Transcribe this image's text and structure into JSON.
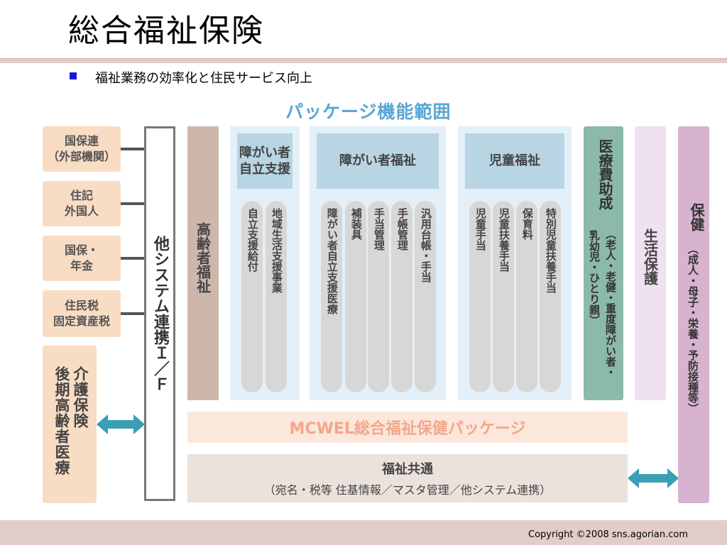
{
  "slide": {
    "title": "総合福祉保険",
    "bullet": "福祉業務の効率化と住民サービス向上",
    "copyright": "Copyright ©2008 sns.agorian.com"
  },
  "diagram": {
    "title": "パッケージ機能範囲",
    "external_systems": [
      {
        "label": "国保連\n（外部機関）"
      },
      {
        "label": "住記\n外国人"
      },
      {
        "label": "国保・\n年金"
      },
      {
        "label": "住民税\n固定資産税"
      }
    ],
    "kaigo": {
      "line1": "介護保険",
      "line2": "後期高齢者医療"
    },
    "interface_label": "他システム連携Ｉ／Ｆ",
    "koureisha_label": "高齢者福祉",
    "shougai_jiritsu": {
      "header": "障がい者\n自立支援",
      "items": [
        "自立支援給付",
        "地域生活支援事業"
      ]
    },
    "shougai_fukushi": {
      "header": "障がい者福祉",
      "items": [
        "障がい者自立支援医療",
        "補装具",
        "手当管理",
        "手帳管理",
        "汎用台帳・手当"
      ]
    },
    "jidou_fukushi": {
      "header": "児童福祉",
      "items": [
        "児童手当",
        "児童扶養手当",
        "保育料",
        "特別児童扶養手当"
      ]
    },
    "iryouhi": {
      "main": "医療費助成",
      "sub_line1": "（老人・老健・重度障がい者・",
      "sub_line2": "乳幼児・ひとり親）"
    },
    "seikatsu_label": "生活保護",
    "hoken": {
      "main": "保健",
      "sub": "（成人・母子・栄養・予防接種等）"
    },
    "package_label": "MCWEL総合福祉保健パッケージ",
    "common": {
      "title": "福祉共通",
      "sub": "（宛名・税等 住基情報／マスタ管理／他システム連携）"
    },
    "colors": {
      "external": "#f8dcc4",
      "koureisha": "#cdb7ab",
      "panel": "#e3f0f9",
      "panel_header": "#b9d5e4",
      "iryouhi": "#8bbaa8",
      "seikatsu": "#efe1ef",
      "hoken": "#d7b3cf",
      "package_text": "#f4a68a",
      "arrow": "#3a9fb5"
    }
  }
}
